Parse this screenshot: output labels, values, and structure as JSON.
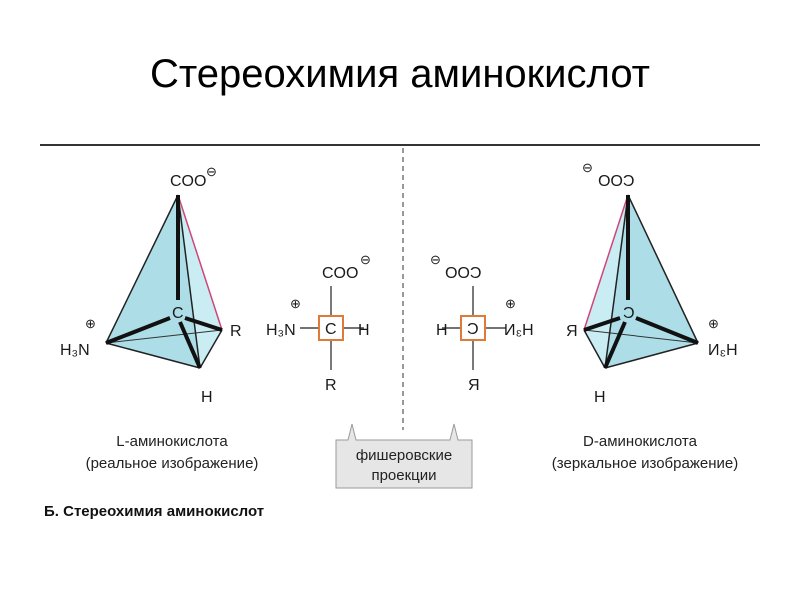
{
  "title": "Стереохимия аминокислот",
  "left": {
    "top_group": "COO",
    "left_group": "H₃N",
    "right_group": "R",
    "bottom_group": "H",
    "center": "C",
    "caption_line1": "L-аминокислота",
    "caption_line2": "(реальное изображение)"
  },
  "fischer_left": {
    "top": "COO",
    "left": "H₃N",
    "center": "C",
    "right": "H",
    "bottom": "R"
  },
  "fischer_right": {
    "top": "COO",
    "left": "H",
    "center": "C",
    "right": "H₃N",
    "bottom": "R"
  },
  "right": {
    "top_group": "COO",
    "left_group": "R",
    "right_group": "H₃N",
    "bottom_group": "H",
    "center": "C",
    "caption_line1": "D-аминокислота",
    "caption_line2": "(зеркальное изображение)"
  },
  "projection_label_line1": "фишеровские",
  "projection_label_line2": "проекции",
  "charge_symbol": "⊖",
  "plus_symbol": "⊕",
  "figure_caption": "Б. Стереохимия аминокислот",
  "colors": {
    "tetra_fill": "#9fd8e3",
    "box_stroke": "#e07a3a",
    "pink_edge": "#d0457a"
  }
}
